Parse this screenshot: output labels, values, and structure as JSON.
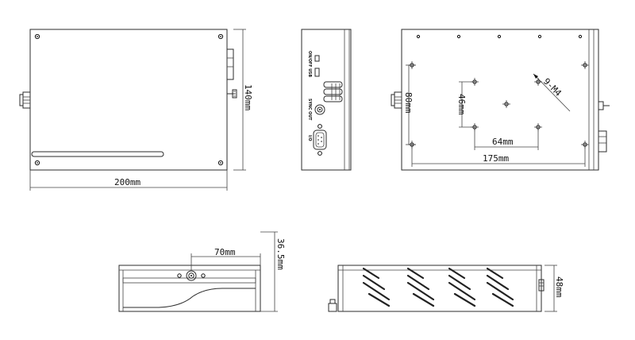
{
  "dimensions": {
    "top_width": "200mm",
    "top_height": "140mm",
    "mount_width": "175mm",
    "mount_height": "80mm",
    "inner_width": "64mm",
    "inner_height": "46mm",
    "holes": "9-M4",
    "side_height": "36.5mm",
    "side_offset": "70mm",
    "rear_height": "48mm"
  },
  "panel_labels": {
    "onoff_usb": "ON/OFF USB",
    "sync_out": "SYNC OUT",
    "io": "I/O"
  }
}
